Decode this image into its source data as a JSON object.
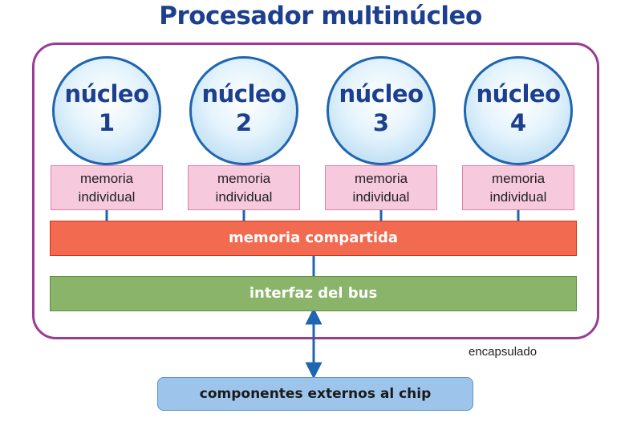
{
  "title": "Procesador multinúcleo",
  "cores": [
    {
      "word": "núcleo",
      "number": "1"
    },
    {
      "word": "núcleo",
      "number": "2"
    },
    {
      "word": "núcleo",
      "number": "3"
    },
    {
      "word": "núcleo",
      "number": "4"
    }
  ],
  "individual_memory": [
    {
      "line1": "memoria",
      "line2": "individual"
    },
    {
      "line1": "memoria",
      "line2": "individual"
    },
    {
      "line1": "memoria",
      "line2": "individual"
    },
    {
      "line1": "memoria",
      "line2": "individual"
    }
  ],
  "shared_memory": "memoria compartida",
  "bus_interface": "interfaz del bus",
  "package_label": "encapsulado",
  "external_components": "componentes externos al chip",
  "colors": {
    "title": "#1d3f8f",
    "package_border": "#9b3c93",
    "core_border": "#1f65b0",
    "individual_memory": "#f7c9dd",
    "shared_memory": "#f26a4f",
    "bus_interface": "#8ab469",
    "external_components": "#9dc5eb",
    "connector": "#1f65b0"
  }
}
